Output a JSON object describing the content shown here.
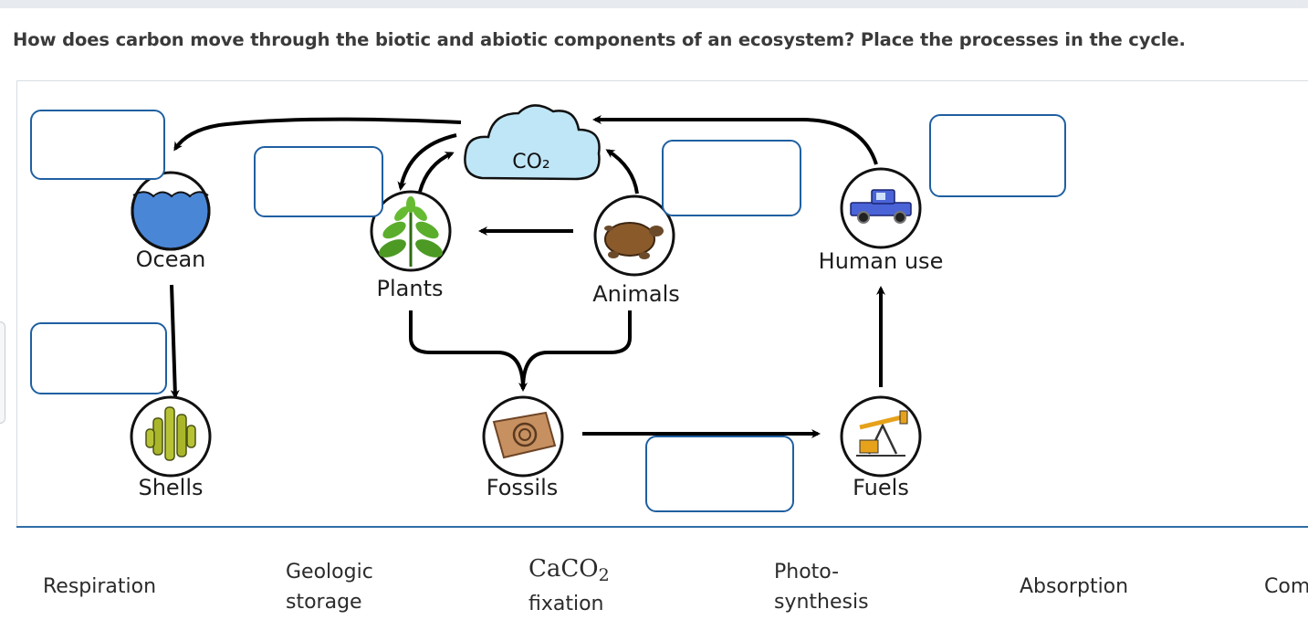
{
  "question": "How does carbon move through the biotic and abiotic components of an ecosystem? Place the processes in the cycle.",
  "diagram": {
    "co2_label": "CO₂",
    "nodes": {
      "ocean": "Ocean",
      "plants": "Plants",
      "animals": "Animals",
      "human_use": "Human use",
      "shells": "Shells",
      "fossils": "Fossils",
      "fuels": "Fuels"
    },
    "drop_zones": [
      "",
      "",
      "",
      "",
      "",
      ""
    ]
  },
  "bank": {
    "respiration": "Respiration",
    "geologic_line1": "Geologic",
    "geologic_line2": "storage",
    "caco2_formula": "CaCO",
    "caco2_sub": "2",
    "caco2_line2": "fixation",
    "photo_line1": "Photo-",
    "photo_line2": "synthesis",
    "absorption": "Absorption",
    "combustion_partial": "Com"
  },
  "colors": {
    "drop_zone_border": "#1f5fa1",
    "divider": "#2f6ea8",
    "cloud_fill": "#bfe6f7",
    "ocean_fill": "#4a86d6",
    "truck_fill": "#4a64d8"
  }
}
